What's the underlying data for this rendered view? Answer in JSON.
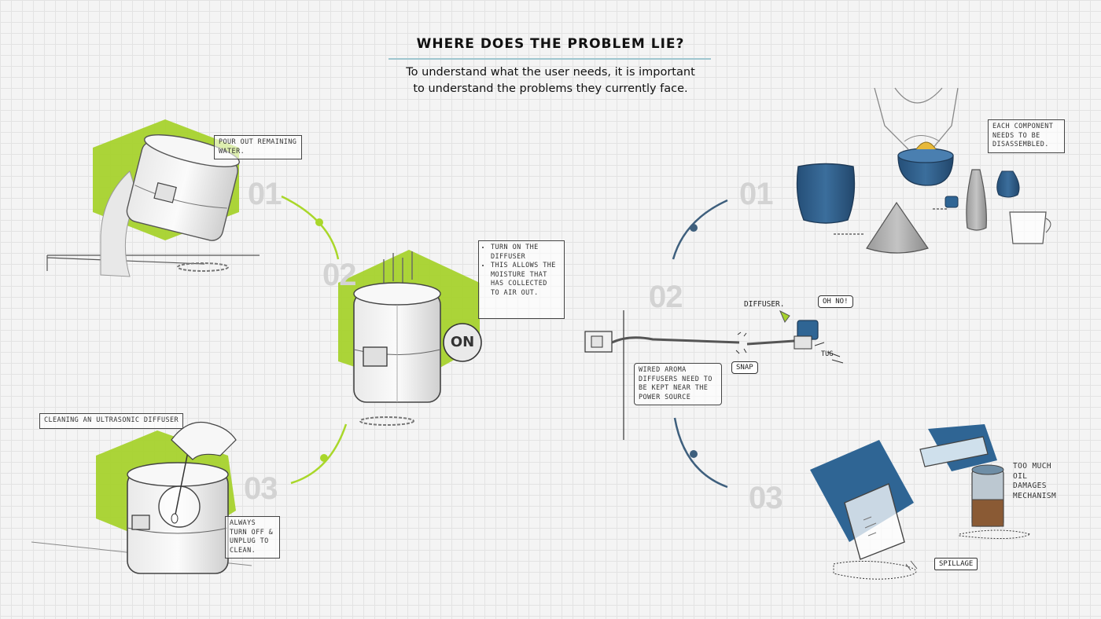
{
  "header": {
    "title": "WHERE DOES THE PROBLEM LIE?",
    "subtitle_line1": "To understand what the user needs, it is important",
    "subtitle_line2": "to understand the problems they currently face."
  },
  "left_steps": {
    "step1": {
      "number": "01",
      "note": "POUR OUT REMAINING WATER."
    },
    "step2": {
      "number": "02",
      "note_items": [
        "TURN ON THE DIFFUSER",
        "THIS ALLOWS THE MOISTURE THAT HAS COLLECTED TO AIR OUT."
      ],
      "button_label": "ON"
    },
    "step3": {
      "number": "03",
      "header_note": "CLEANING AN ULTRASONIC DIFFUSER",
      "side_note": "ALWAYS TURN OFF & UNPLUG TO CLEAN."
    }
  },
  "right_steps": {
    "step1": {
      "number": "01",
      "note": "EACH COMPONENT NEEDS TO BE DISASSEMBLED."
    },
    "step2": {
      "number": "02",
      "diffuser_label": "DIFFUSER.",
      "exclaim": "OH NO!",
      "snap_label": "SNAP",
      "tug_label": "TUG",
      "note": "WIRED AROMA DIFFUSERS NEED TO BE KEPT NEAR THE POWER SOURCE"
    },
    "step3": {
      "number": "03",
      "note_line1": "TOO MUCH",
      "note_line2": "OIL",
      "note_line3": "DAMAGES",
      "note_line4": "MECHANISM",
      "spillage_label": "SPILLAGE"
    }
  },
  "colors": {
    "accent_green": "#a6d22d",
    "accent_blue": "#2f6594",
    "connector_blue": "#3e5f7d",
    "number_grey": "#d3d3d3"
  }
}
